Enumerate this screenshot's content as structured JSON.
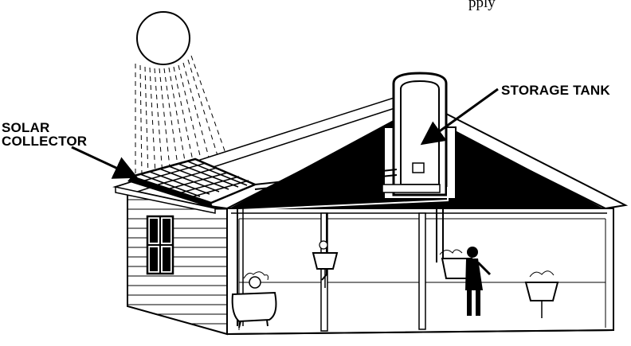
{
  "labels": {
    "top_fragment": "pply",
    "storage_tank": "STORAGE TANK",
    "solar_collector_line1": "SOLAR",
    "solar_collector_line2": "COLLECTOR"
  },
  "colors": {
    "ink": "#000000",
    "paper": "#ffffff"
  }
}
